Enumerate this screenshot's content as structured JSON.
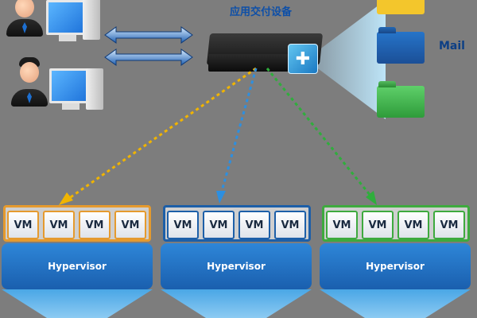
{
  "device_title": "应用交付设备",
  "folders": [
    {
      "label": "",
      "color": "#f3c62c"
    },
    {
      "label": "Mail",
      "color": "#1b63b8"
    },
    {
      "label": "",
      "color": "#39b14f"
    }
  ],
  "vm_groups": [
    {
      "vms": [
        "VM",
        "VM",
        "VM",
        "VM"
      ],
      "hypervisor": "Hypervisor",
      "border_color": "#e59a2e",
      "line_color": "#f0b400"
    },
    {
      "vms": [
        "VM",
        "VM",
        "VM",
        "VM"
      ],
      "hypervisor": "Hypervisor",
      "border_color": "#1d5fa8",
      "line_color": "#2d8fe0"
    },
    {
      "vms": [
        "VM",
        "VM",
        "VM",
        "VM"
      ],
      "hypervisor": "Hypervisor",
      "border_color": "#3eaa3e",
      "line_color": "#2fae3c"
    }
  ]
}
